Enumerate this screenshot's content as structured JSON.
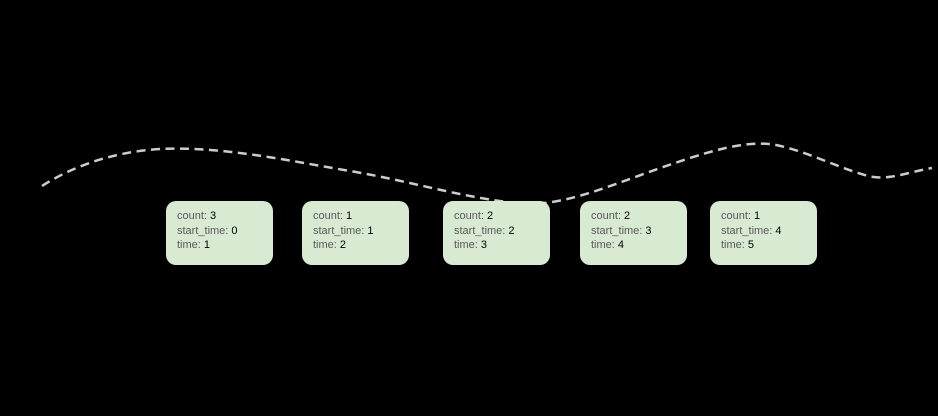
{
  "colors": {
    "background": "#000000",
    "box_fill": "#d9ead3",
    "label_text": "#595959",
    "value_text": "#000000",
    "curve": "#cccccc"
  },
  "curve": {
    "color": "#cccccc",
    "style": "dashed"
  },
  "boxes": [
    {
      "fields": [
        {
          "label": "count:",
          "value": "3"
        },
        {
          "label": "start_time:",
          "value": "0"
        },
        {
          "label": "time:",
          "value": "1"
        }
      ]
    },
    {
      "fields": [
        {
          "label": "count:",
          "value": "1"
        },
        {
          "label": "start_time:",
          "value": "1"
        },
        {
          "label": "time:",
          "value": "2"
        }
      ]
    },
    {
      "fields": [
        {
          "label": "count:",
          "value": "2"
        },
        {
          "label": "start_time:",
          "value": "2"
        },
        {
          "label": "time:",
          "value": "3"
        }
      ]
    },
    {
      "fields": [
        {
          "label": "count:",
          "value": "2"
        },
        {
          "label": "start_time:",
          "value": "3"
        },
        {
          "label": "time:",
          "value": "4"
        }
      ]
    },
    {
      "fields": [
        {
          "label": "count:",
          "value": "1"
        },
        {
          "label": "start_time:",
          "value": "4"
        },
        {
          "label": "time:",
          "value": "5"
        }
      ]
    }
  ]
}
